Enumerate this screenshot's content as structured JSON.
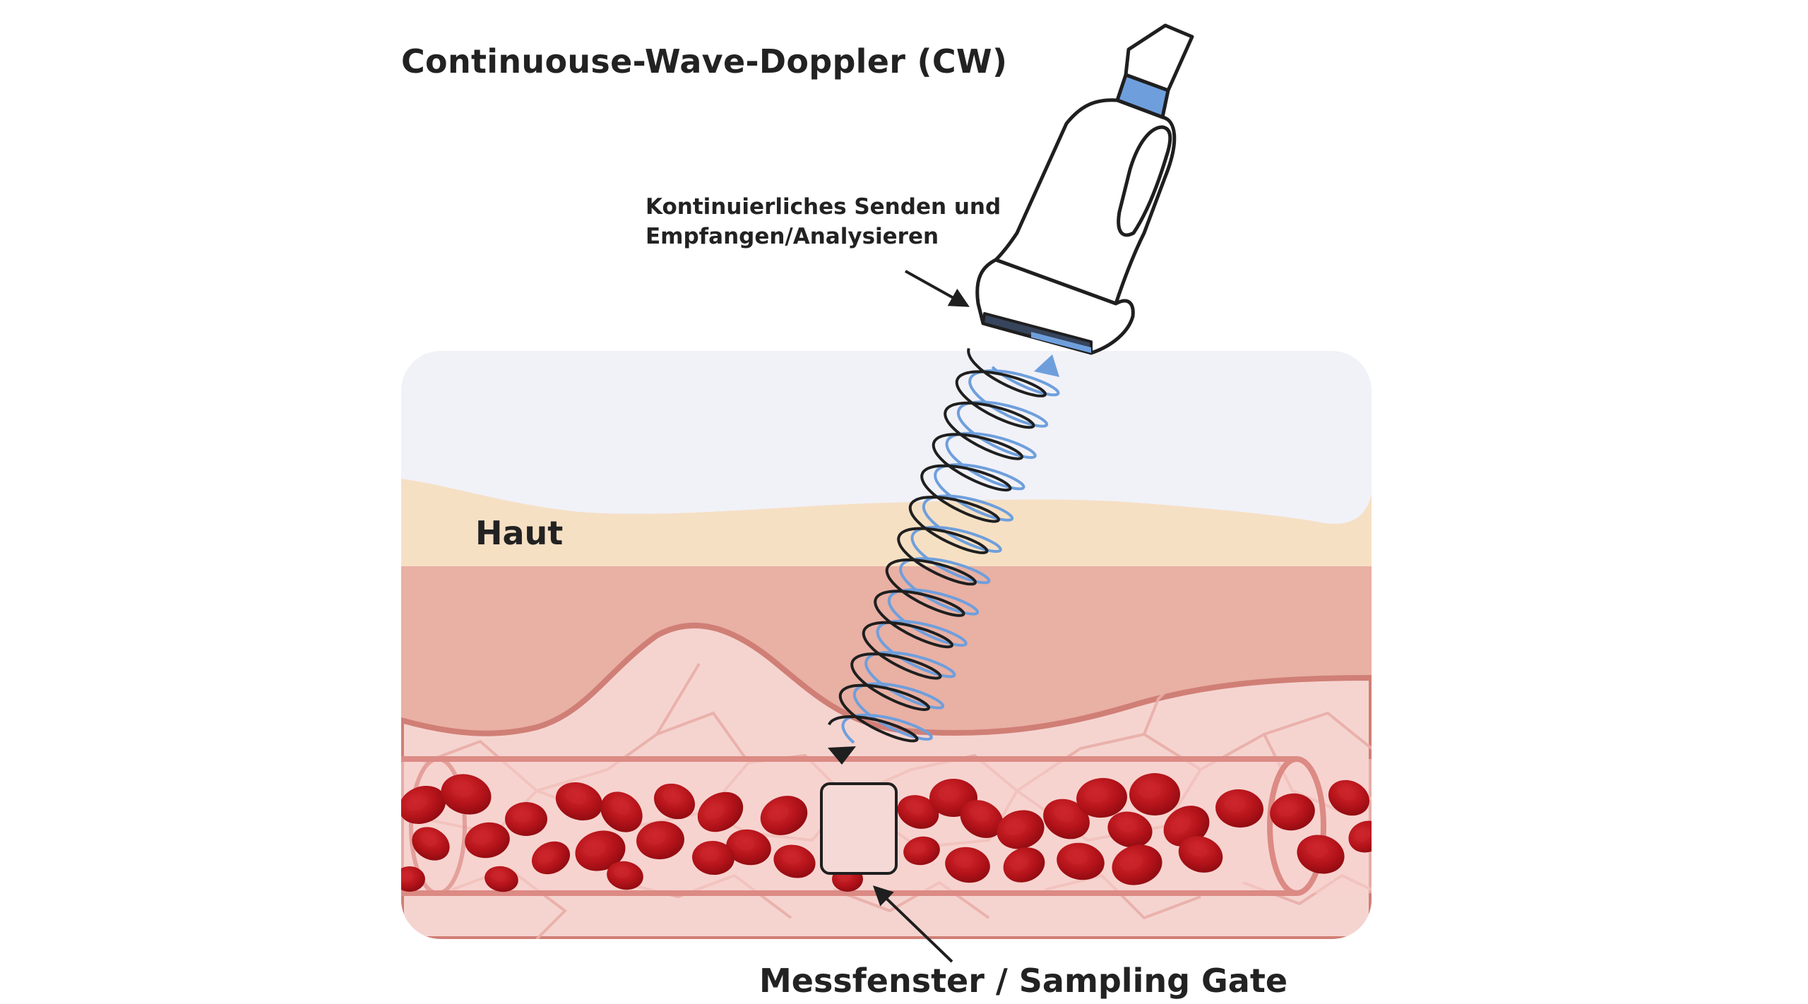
{
  "title": "Continuouse-Wave-Doppler (CW)",
  "probe_note": {
    "line1": "Kontinuierliches Senden und",
    "line2": "Empfangen/Analysieren"
  },
  "skin_label": "Haut",
  "gate_label": "Messfenster / Sampling Gate",
  "colors": {
    "air": "#f1f1f8",
    "skin": "#f6e0c4",
    "tissue": "#e9b0a4",
    "deep_tissue": "#f5d4d0",
    "vessel_outline": "#dc8a84",
    "blood_cell": "#b4131a",
    "transmit_wave": "#1f1f1f",
    "echo_wave": "#6e9fdc",
    "probe_accent": "#6e9fdc"
  }
}
